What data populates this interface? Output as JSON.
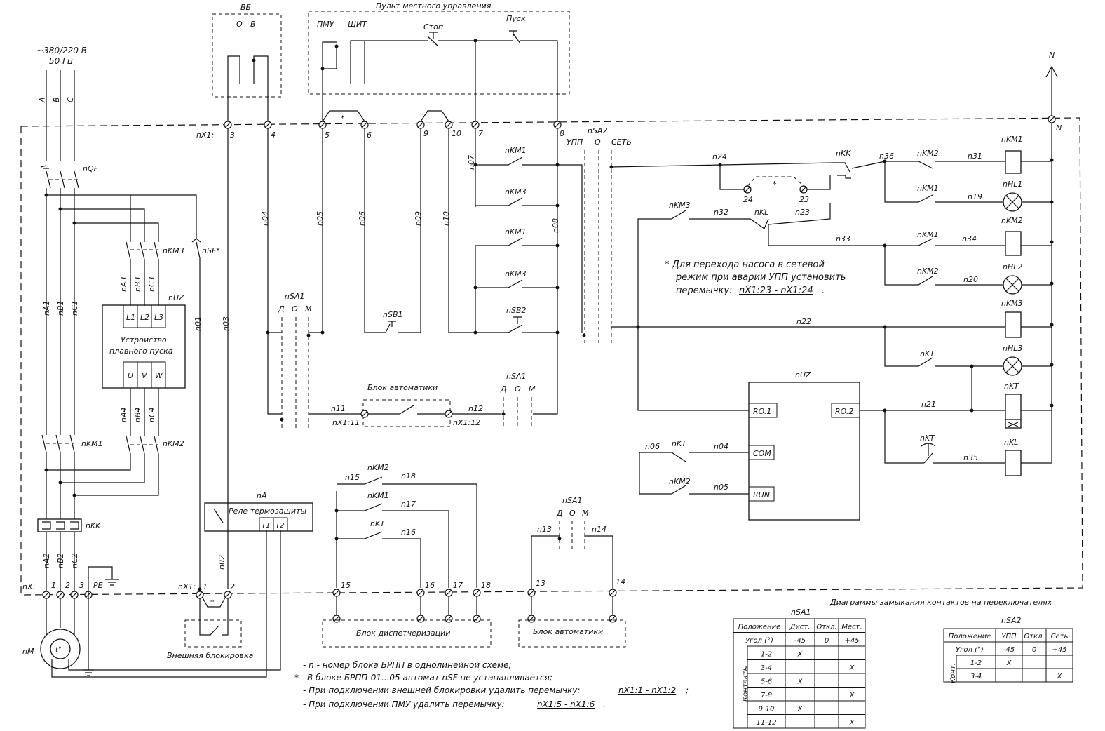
{
  "supply": {
    "line1": "~380/220 В",
    "line2": "50 Гц",
    "phases": [
      "A",
      "B",
      "C"
    ],
    "neutral": "N"
  },
  "top_boxes": {
    "vb_title": "ВБ",
    "vb_o": "О",
    "vb_v": "В",
    "panel_title": "Пульт местного управления",
    "pmu": "ПМУ",
    "shchit": "ЩИТ",
    "stop": "Стоп",
    "pusk": "Пуск"
  },
  "terminals_top": {
    "prefix": "nX1:",
    "t3": "3",
    "t4": "4",
    "t5": "5",
    "t6": "6",
    "t9": "9",
    "t10": "10",
    "t7": "7",
    "t8": "8",
    "star": "*"
  },
  "power": {
    "nQF": "nQF",
    "nA1": "nA1",
    "nB1": "nB1",
    "nC1": "nC1",
    "nA3": "nA3",
    "nB3": "nB3",
    "nC3": "nC3",
    "nA4": "nA4",
    "nB4": "nB4",
    "nC4": "nC4",
    "nA2": "nA2",
    "nB2": "nB2",
    "nC2": "nC2",
    "nKM3": "nKM3",
    "nSF": "nSF*",
    "nUZ": "nUZ",
    "L1": "L1",
    "L2": "L2",
    "L3": "L3",
    "U": "U",
    "V": "V",
    "W": "W",
    "upp_line1": "Устройство",
    "upp_line2": "плавного пуска",
    "nKM1": "nKM1",
    "nKM2": "nKM2",
    "nKK": "nKK",
    "nX_prefix": "nX:",
    "x1": "1",
    "x2": "2",
    "x3": "3",
    "pe": "PE",
    "motor": "nM",
    "t_sym": "t°"
  },
  "wires": {
    "n01": "n01",
    "n02": "n02",
    "n03": "n03",
    "n04": "n04",
    "n05": "n05",
    "n06": "n06",
    "n09": "n09",
    "n10": "n10",
    "n07": "n07",
    "n08": "n08"
  },
  "control_left": {
    "nSA1": "nSA1",
    "d": "Д",
    "o": "О",
    "m": "М",
    "nSB1": "nSB1",
    "nSB2": "nSB2",
    "nKM1": "nKM1",
    "nKM3": "nKM3",
    "block_auto": "Блок автоматики",
    "n11": "n11",
    "n12": "n12",
    "x11": "nX1:11",
    "x12": "nX1:12"
  },
  "nsa2": {
    "name": "nSA2",
    "upp": "УПП",
    "o": "О",
    "set": "СЕТЬ"
  },
  "right_circuit": {
    "n24": "n24",
    "nKK": "nKK",
    "n36": "n36",
    "nKM2": "nKM2",
    "n31": "n31",
    "t24": "24",
    "t23": "23",
    "star": "*",
    "nKM1_c": "nKM1",
    "n19": "n19",
    "nKM3_c": "nKM3",
    "n32": "n32",
    "nKL_c": "nKL",
    "n23": "n23",
    "n33": "n33",
    "nKM1_c2": "nKM1",
    "n34": "n34",
    "nKM2_c2": "nKM2",
    "n20": "n20",
    "n22": "n22",
    "nKT_c": "nKT",
    "nUZ": "nUZ",
    "ro1": "RO.1",
    "ro2": "RO.2",
    "n21": "n21",
    "nKT_timer": "nKT",
    "n35": "n35",
    "n06": "n06",
    "nKT_c2": "nKT",
    "n04": "n04",
    "com": "COM",
    "nKM2_c3": "nKM2",
    "n05": "n05",
    "run": "RUN",
    "coil_nKM1": "nKM1",
    "lamp_nHL1": "nHL1",
    "coil_nKM2": "nKM2",
    "lamp_nHL2": "nHL2",
    "coil_nKM3": "nKM3",
    "lamp_nHL3": "nHL3",
    "coil_nKT": "nKT",
    "coil_nKL": "nKL"
  },
  "note_star": {
    "line1": "* Для перехода насоса в сетевой",
    "line2": "режим при аварии УПП установить",
    "line3_prefix": "перемычку:",
    "line3_link": "nX1:23 - nX1:24",
    "line3_suffix": "."
  },
  "thermal": {
    "nA": "nA",
    "title": "Реле термозащиты",
    "T1": "T1",
    "T2": "T2"
  },
  "bottom_terms": {
    "prefix": "nX1:",
    "t1": "1",
    "t2": "2",
    "star": "*",
    "ext_block": "Внешняя блокировка",
    "t15": "15",
    "t16": "16",
    "t17": "17",
    "t18": "18",
    "t13": "13",
    "t14": "14"
  },
  "dispatch": {
    "nKM2": "nKM2",
    "n15": "n15",
    "n18": "n18",
    "nKM1": "nKM1",
    "n17": "n17",
    "nKT": "nKT",
    "n16": "n16",
    "label": "Блок диспетчеризации"
  },
  "auto2": {
    "nSA1": "nSA1",
    "d": "Д",
    "o": "О",
    "m": "М",
    "n13": "n13",
    "n14": "n14",
    "label": "Блок автоматики"
  },
  "notes": {
    "n1": "- n - номер блока БРПП в однолинейной схеме;",
    "n2": "* - В блоке БРПП-01...05 автомат nSF не устанавливается;",
    "n3_prefix": "- При подключении внешней блокировки удалить перемычку:",
    "n3_link": "nX1:1 - nX1:2",
    "n3_suffix": ";",
    "n4_prefix": "- При подключении ПМУ удалить перемычку:",
    "n4_link": "nX1:5 - nX1:6",
    "n4_suffix": "."
  },
  "diagrams_title": "Диаграммы замыкания контактов на переключателях",
  "table_nsa1": {
    "title": "nSA1",
    "header": [
      "Положение",
      "Дист.",
      "Откл.",
      "Мест."
    ],
    "angle": [
      "Угол (°)",
      "-45",
      "0",
      "+45"
    ],
    "side": "Контакты",
    "rows": [
      [
        "1-2",
        "X",
        "",
        ""
      ],
      [
        "3-4",
        "",
        "",
        "X"
      ],
      [
        "5-6",
        "X",
        "",
        ""
      ],
      [
        "7-8",
        "",
        "",
        "X"
      ],
      [
        "9-10",
        "X",
        "",
        ""
      ],
      [
        "11-12",
        "",
        "",
        "X"
      ]
    ]
  },
  "table_nsa2": {
    "title": "nSA2",
    "header": [
      "Положение",
      "УПП",
      "Откл.",
      "Сеть"
    ],
    "angle": [
      "Угол (°)",
      "-45",
      "0",
      "+45"
    ],
    "side": "Конт.",
    "rows": [
      [
        "1-2",
        "X",
        "",
        ""
      ],
      [
        "3-4",
        "",
        "",
        "X"
      ]
    ]
  }
}
